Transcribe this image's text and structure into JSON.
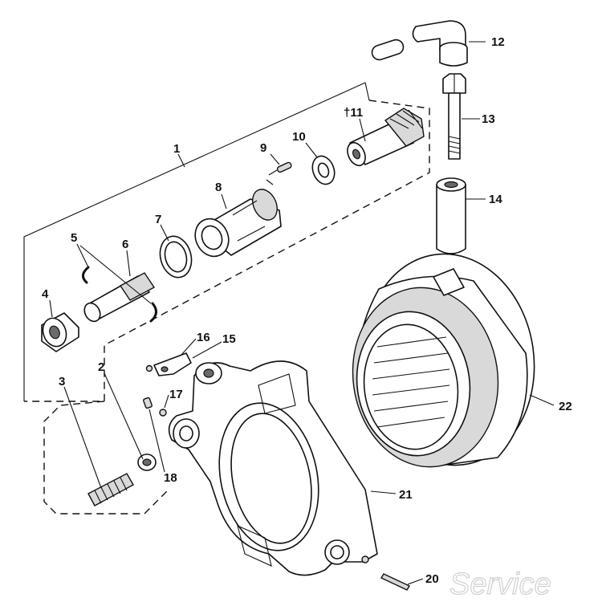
{
  "callouts": {
    "c1": "1",
    "c2": "2",
    "c3": "3",
    "c4": "4",
    "c5": "5",
    "c6": "6",
    "c7": "7",
    "c8": "8",
    "c9": "9",
    "c10": "10",
    "c11": "†11",
    "c12": "12",
    "c13": "13",
    "c14": "14",
    "c15": "15",
    "c16": "16",
    "c17": "17",
    "c18": "18",
    "c20": "20",
    "c21": "21",
    "c22": "22"
  },
  "watermark": "Service"
}
